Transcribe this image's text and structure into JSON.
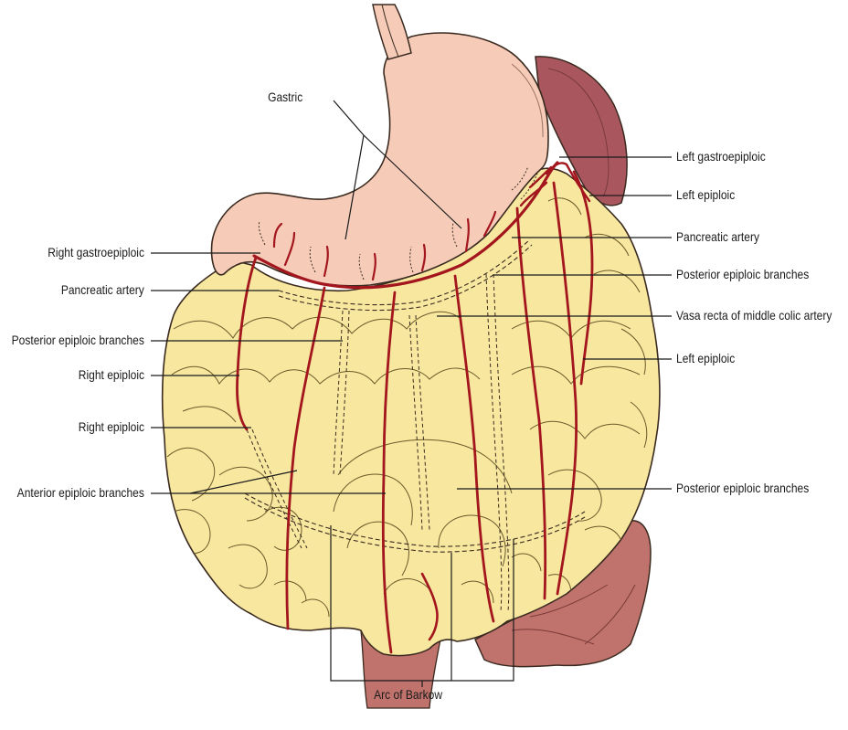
{
  "figure": {
    "labels": {
      "gastric": "Gastric",
      "right_gastroepiploic": "Right gastroepiploic",
      "pancreatic_artery_left": "Pancreatic artery",
      "posterior_epiploic_left": "Posterior epiploic branches",
      "right_epiploic_1": "Right epiploic",
      "right_epiploic_2": "Right epiploic",
      "anterior_epiploic": "Anterior epiploic branches",
      "left_gastroepiploic": "Left gastroepiploic",
      "left_epiploic_top": "Left epiploic",
      "pancreatic_artery_right": "Pancreatic artery",
      "posterior_epiploic_right_top": "Posterior epiploic branches",
      "vasa_recta": "Vasa recta of middle colic artery",
      "left_epiploic_mid": "Left epiploic",
      "posterior_epiploic_right_bottom": "Posterior epiploic branches",
      "arc_of_barkow": "Arc of Barkow"
    },
    "colors": {
      "stomach": "#f6ccb8",
      "omentum": "#f7e79f",
      "spleen": "#a9565e",
      "colon": "#c0736c",
      "artery": "#a3161e",
      "outline": "#3a2a20",
      "leader": "#1a1a1a"
    }
  }
}
